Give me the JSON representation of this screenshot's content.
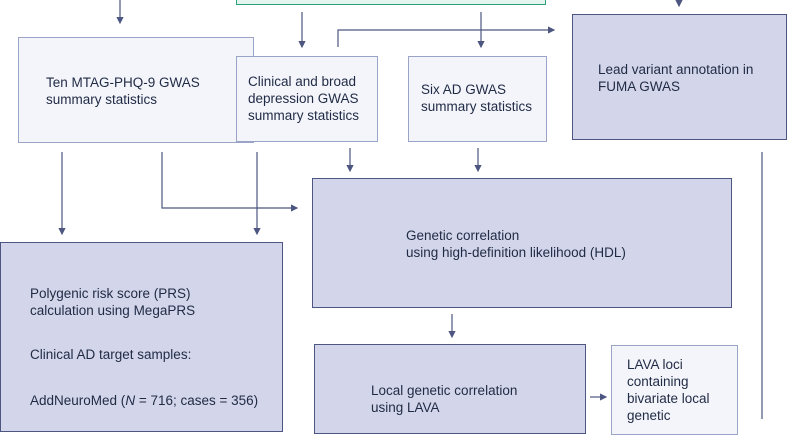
{
  "colors": {
    "box_light_fill": "#f4f5fb",
    "box_dark_fill": "#d3d6ea",
    "top_box_border": "#2aa178",
    "arrow": "#4d5680"
  },
  "boxes": {
    "mtag": {
      "line1": "Ten MTAG-PHQ-9 GWAS",
      "line2": "summary statistics"
    },
    "clinical": {
      "line1": "Clinical and broad",
      "line2": "depression GWAS",
      "line3": "summary statistics"
    },
    "ad": {
      "line1": "Six AD GWAS",
      "line2": "summary statistics"
    },
    "lead": {
      "line1": "Lead variant annotation in",
      "line2": "FUMA GWAS"
    },
    "hdl": {
      "line1": "Genetic correlation",
      "line2": "using high-definition likelihood (HDL)"
    },
    "prs": {
      "line1": "Polygenic risk score (PRS)",
      "line2": "calculation using MegaPRS",
      "line3": "Clinical AD target samples:",
      "line4_name": "AddNeuroMed (",
      "line4_n": "N",
      "line4_rest": " = 716; cases = 356)"
    },
    "lava": {
      "line1": "Local genetic correlation",
      "line2": "using LAVA"
    },
    "loci": {
      "line1": "LAVA loci",
      "line2": "containing",
      "line3": "bivariate local",
      "line4": "genetic"
    }
  }
}
